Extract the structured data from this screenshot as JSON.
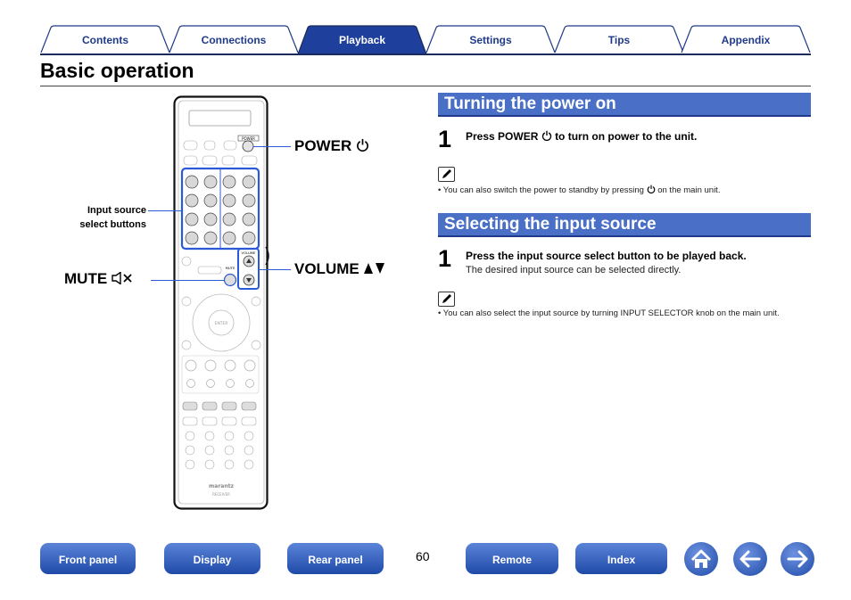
{
  "tabs": [
    "Contents",
    "Connections",
    "Playback",
    "Settings",
    "Tips",
    "Appendix"
  ],
  "page_title": "Basic operation",
  "callouts": {
    "power": "POWER",
    "input_source_line1": "Input source",
    "input_source_line2": "select buttons",
    "mute": "MUTE",
    "volume": "VOLUME"
  },
  "section1": {
    "heading": "Turning the power on",
    "step_number": "1",
    "step_prefix": "Press POWER",
    "step_suffix": "to turn on power to the unit.",
    "note_prefix": "• You can also switch the power to standby by pressing",
    "note_suffix": "on the main unit."
  },
  "section2": {
    "heading": "Selecting the input source",
    "step_number": "1",
    "step_text": "Press the input source select button to be played back.",
    "step_sub": "The desired input source can be selected directly.",
    "note": "• You can also select the input source by turning INPUT SELECTOR knob on the main unit."
  },
  "remote": {
    "brand": "marantz",
    "model": "RECEIVER",
    "power_label": "POWER",
    "mute_label": "MUTE",
    "volume_label": "VOLUME",
    "enter_label": "ENTER"
  },
  "bottom_nav": [
    "Front panel",
    "Display",
    "Rear panel",
    "Remote",
    "Index"
  ],
  "page_number": "60",
  "icons": [
    "home-icon",
    "arrow-left-icon",
    "arrow-right-icon"
  ],
  "colors": {
    "accent": "#1f4aa8",
    "section_bar": "#4a6fc6",
    "leader": "#2a5ad6"
  }
}
